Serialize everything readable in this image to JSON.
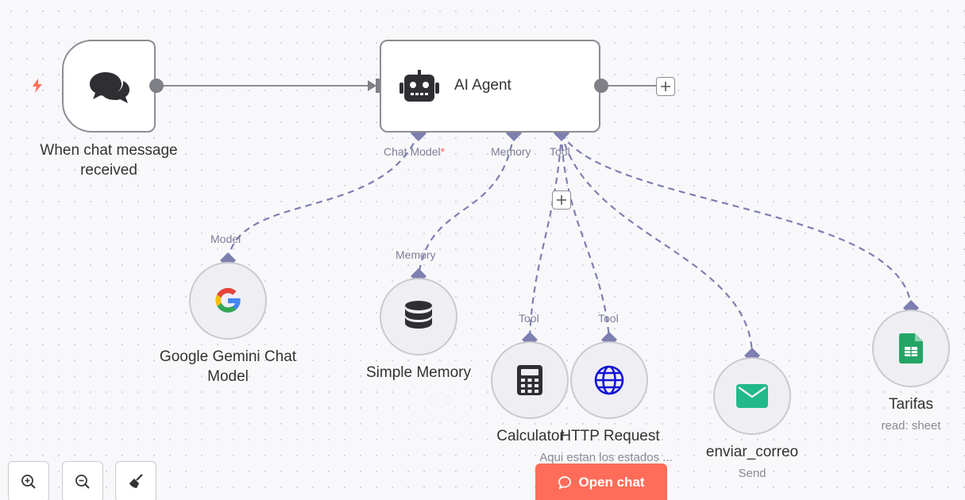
{
  "nodes": {
    "trigger": {
      "title_line1": "When chat message",
      "title_line2": "received"
    },
    "agent": {
      "title": "AI Agent",
      "ports": {
        "chat_model": "Chat Model",
        "chat_model_required": "*",
        "memory": "Memory",
        "tool": "Tool"
      }
    },
    "gemini": {
      "port_label": "Model",
      "title_line1": "Google Gemini Chat",
      "title_line2": "Model"
    },
    "memory": {
      "port_label": "Memory",
      "title": "Simple Memory"
    },
    "calculator": {
      "port_label": "Tool",
      "title": "Calculator"
    },
    "http": {
      "port_label": "Tool",
      "title": "HTTP Request",
      "subtitle": "Aqui estan los estados ..."
    },
    "email": {
      "title": "enviar_correo",
      "subtitle": "Send"
    },
    "sheets": {
      "title": "Tarifas",
      "subtitle": "read: sheet"
    }
  },
  "controls": {
    "open_chat_label": "Open chat"
  },
  "colors": {
    "accent": "#ff6d5a",
    "connector": "#7d7fb0",
    "gemini_blue": "#4285f4",
    "gemini_red": "#ea4335",
    "gemini_yellow": "#fbbc05",
    "gemini_green": "#34a853",
    "http_blue": "#1414d6",
    "email_green": "#21b989",
    "sheets_green": "#23a566"
  },
  "icons": {
    "trigger": "chat-bubbles-icon",
    "agent": "robot-icon",
    "gemini": "google-g-icon",
    "memory": "database-icon",
    "calculator": "calculator-icon",
    "http": "globe-icon",
    "email": "envelope-icon",
    "sheets": "spreadsheet-icon",
    "zoom_in": "zoom-in-icon",
    "zoom_out": "zoom-out-icon",
    "tidy": "broom-icon",
    "bolt": "lightning-icon"
  }
}
